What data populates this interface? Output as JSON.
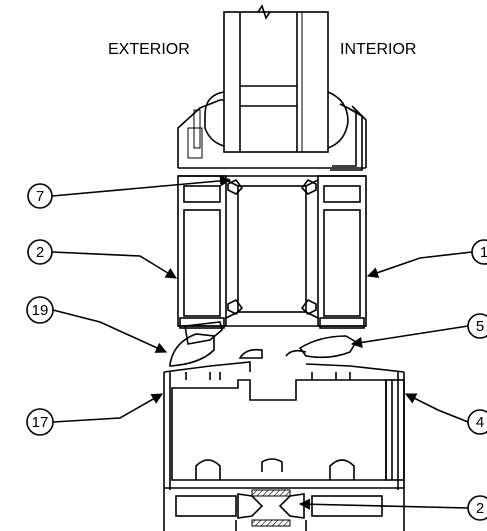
{
  "labels": {
    "exterior": "EXTERIOR",
    "interior": "INTERIOR"
  },
  "callouts": [
    {
      "id": "c7",
      "num": "7"
    },
    {
      "id": "c2a",
      "num": "2"
    },
    {
      "id": "c1",
      "num": "1"
    },
    {
      "id": "c19",
      "num": "19"
    },
    {
      "id": "c5",
      "num": "5"
    },
    {
      "id": "c17",
      "num": "17"
    },
    {
      "id": "c4",
      "num": "4"
    },
    {
      "id": "c2b",
      "num": "2"
    }
  ]
}
